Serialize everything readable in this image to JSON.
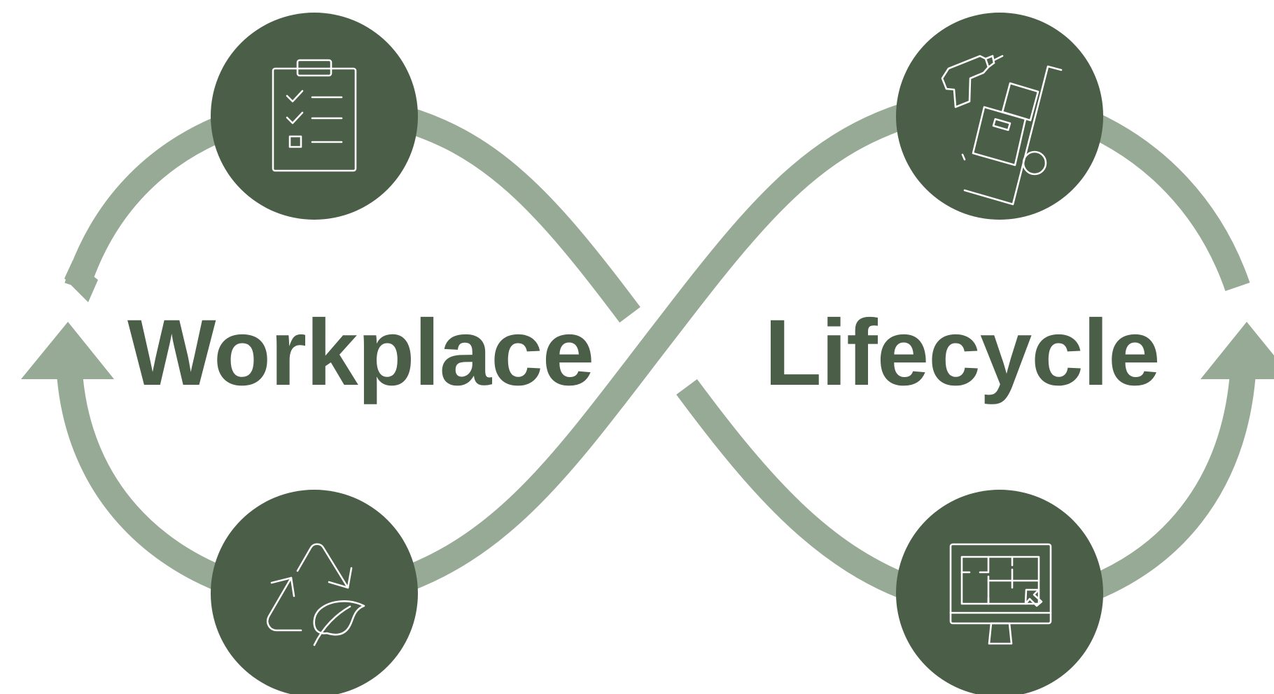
{
  "words": {
    "left": "Workplace",
    "right": "Lifecycle"
  },
  "colors": {
    "loop": "#97aa95",
    "node": "#4a5e48",
    "icon_stroke": "#ffffff",
    "text": "#4a5e48",
    "background": "#ffffff"
  },
  "nodes": [
    {
      "name": "planning-node",
      "icon": "clipboard-checklist-icon"
    },
    {
      "name": "fitout-node",
      "icon": "drill-hand-truck-icon"
    },
    {
      "name": "sustainability-node",
      "icon": "recycle-leaf-icon"
    },
    {
      "name": "floorplan-node",
      "icon": "monitor-floorplan-icon"
    }
  ]
}
